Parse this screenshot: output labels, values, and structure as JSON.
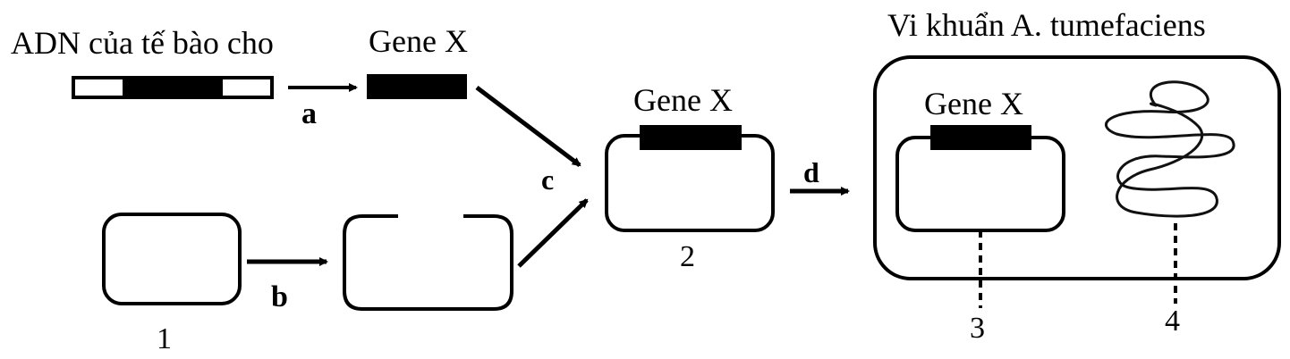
{
  "labels": {
    "donor_dna": "ADN của tế bào cho",
    "gene_top": "Gene X",
    "gene_recombinant": "Gene X",
    "gene_in_bacterium": "Gene X",
    "bacterium_title": "Vi khuẩn A. tumefaciens"
  },
  "steps": {
    "a": "a",
    "b": "b",
    "c": "c",
    "d": "d"
  },
  "numbers": {
    "n1": "1",
    "n2": "2",
    "n3": "3",
    "n4": "4"
  }
}
